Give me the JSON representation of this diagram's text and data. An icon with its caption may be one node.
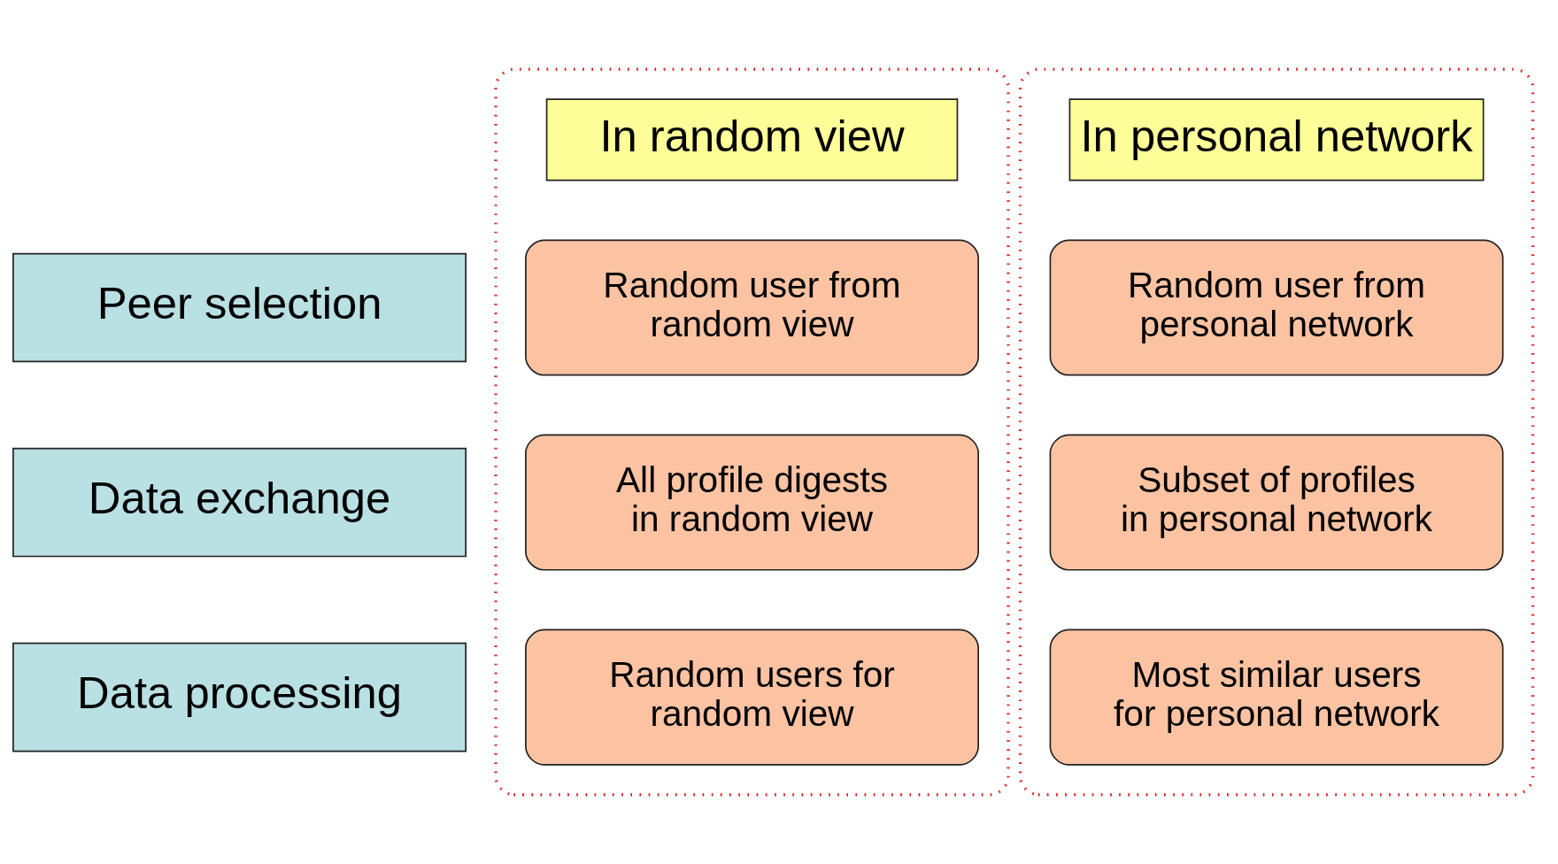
{
  "diagram": {
    "nodes": [
      {
        "text": [
          "Peer selection"
        ]
      },
      {
        "text": [
          "Data exchange"
        ]
      },
      {
        "text": [
          "Data processing"
        ]
      },
      {
        "text": [],
        "shape": "box"
      },
      {
        "text": [
          "In random view"
        ],
        "in": 3
      },
      {
        "text": [
          "Random user from random view"
        ],
        "in": 3
      },
      {
        "text": [
          "All profile digests in random view"
        ],
        "in": 3
      },
      {
        "text": [
          "Random users for random view"
        ],
        "in": 3
      },
      {
        "text": [],
        "shape": "box"
      },
      {
        "text": [
          "In personal network"
        ],
        "in": 8
      },
      {
        "text": [
          "Random user from personal network"
        ],
        "in": 8
      },
      {
        "text": [
          "Subset of profiles in personal network"
        ],
        "in": 8
      },
      {
        "text": [
          "Most similar users for personal network"
        ],
        "in": 8
      }
    ],
    "edges": []
  }
}
